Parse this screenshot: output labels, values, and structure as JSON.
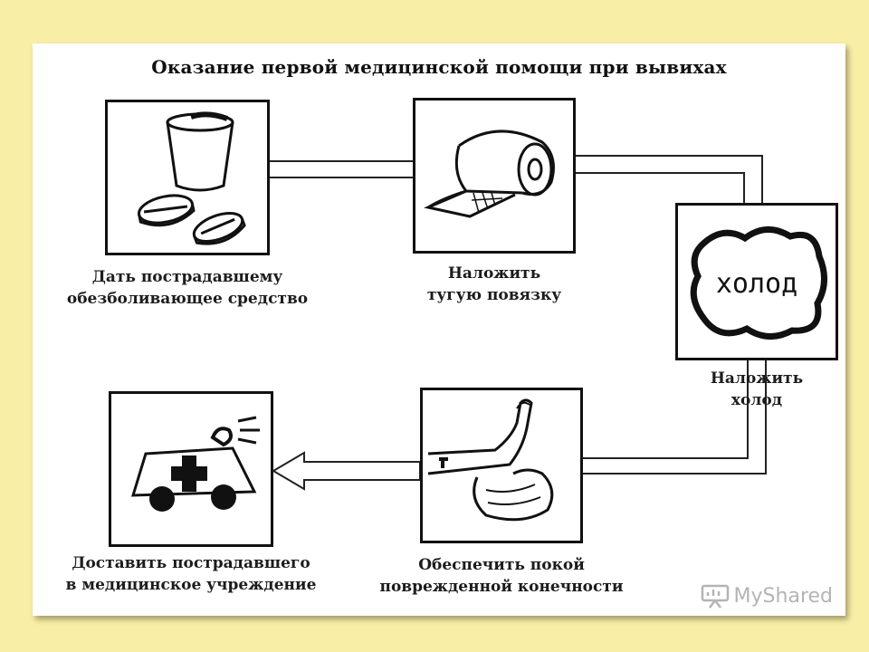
{
  "title": "Оказание первой медицинской помощи при вывихах",
  "steps": [
    {
      "line1": "Дать пострадавшему",
      "line2": "обезболивающее средство",
      "icon": "cup-and-pills-icon"
    },
    {
      "line1": "Наложить",
      "line2": "тугую повязку",
      "icon": "bandage-roll-icon"
    },
    {
      "line1": "Наложить",
      "line2": "холод",
      "icon": "cold-pack-icon",
      "icon_text": "холод"
    },
    {
      "line1": "Обеспечить покой",
      "line2": "поврежденной конечности",
      "icon": "resting-limb-icon"
    },
    {
      "line1": "Доставить пострадавшего",
      "line2": "в медицинское учреждение",
      "icon": "ambulance-icon"
    }
  ],
  "watermark": {
    "text": "MyShared",
    "icon": "presentation-board-icon"
  }
}
